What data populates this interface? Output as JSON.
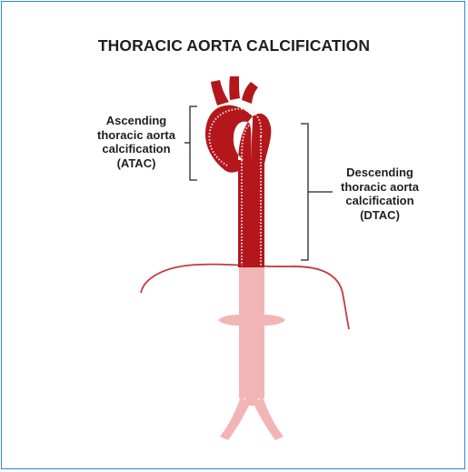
{
  "title": "THORACIC AORTA CALCIFICATION",
  "labels": {
    "ascending": [
      "Ascending",
      "thoracic aorta",
      "calcification",
      "(ATAC)"
    ],
    "descending": [
      "Descending",
      "thoracic aorta",
      "calcification",
      "(DTAC)"
    ]
  },
  "colors": {
    "frame": "#2f86d6",
    "aorta": "#b3171c",
    "aorta_dark": "#8e0f13",
    "calcification_dots": "#f6d6d6",
    "abdominal_aorta": "#f2b5b6",
    "diaphragm": "#c43a3f",
    "bracket": "#222222"
  }
}
